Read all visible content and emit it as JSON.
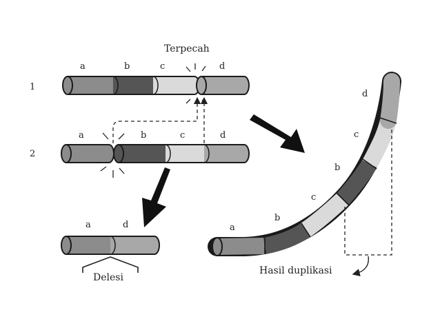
{
  "labels": {
    "title": "Terpecah",
    "row1": "1",
    "row2": "2",
    "deletion": "Delesi",
    "duplication": "Hasil duplikasi"
  },
  "segments": {
    "a": "a",
    "b": "b",
    "c": "c",
    "d": "d"
  },
  "colors": {
    "a": "#8c8c8c",
    "b": "#555555",
    "c": "#dadada",
    "d": "#a8a8a8",
    "outline": "#1a1a1a"
  }
}
